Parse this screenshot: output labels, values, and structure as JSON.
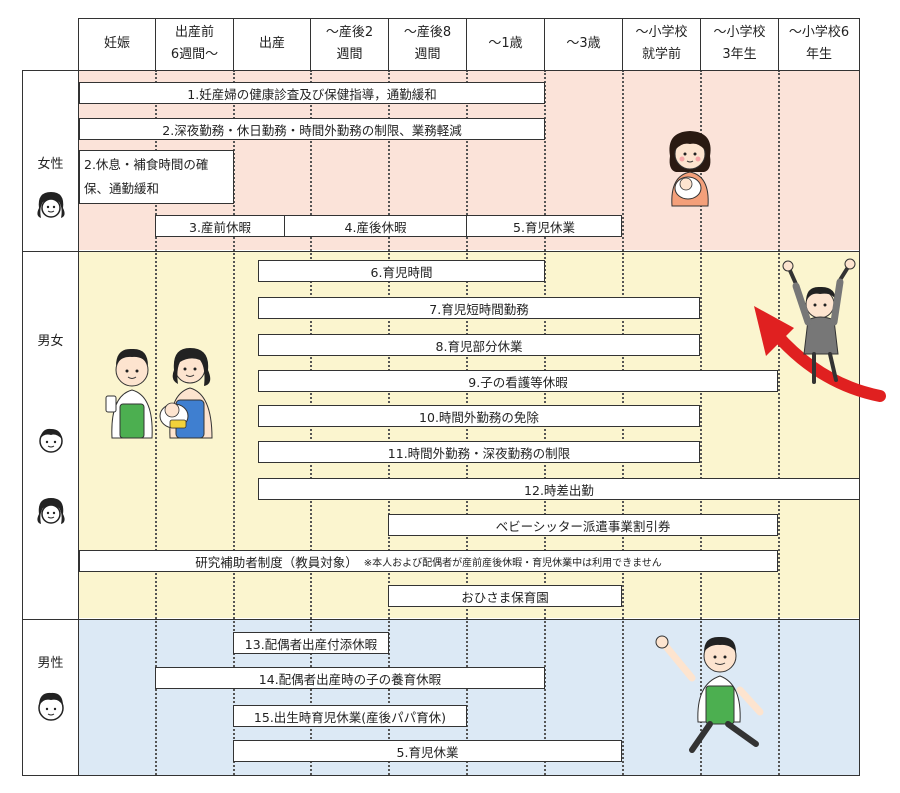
{
  "header": {
    "columns": [
      {
        "line1": "妊娠",
        "line2": ""
      },
      {
        "line1": "出産前",
        "line2": "6週間〜"
      },
      {
        "line1": "出産",
        "line2": ""
      },
      {
        "line1": "〜産後2",
        "line2": "週間"
      },
      {
        "line1": "〜産後8",
        "line2": "週間"
      },
      {
        "line1": "〜1歳",
        "line2": ""
      },
      {
        "line1": "〜3歳",
        "line2": ""
      },
      {
        "line1": "〜小学校",
        "line2": "就学前"
      },
      {
        "line1": "〜小学校",
        "line2": "3年生"
      },
      {
        "line1": "〜小学校6",
        "line2": "年生"
      }
    ]
  },
  "groups": {
    "women": "女性",
    "both": "男女",
    "men": "男性"
  },
  "women_bars": {
    "b1": "1.妊産婦の健康診査及び保健指導，通勤緩和",
    "b2": "2.深夜勤務・休日勤務・時間外勤務の制限、業務軽減",
    "b2b_line1": "2.休息・補食時間の確",
    "b2b_line2": "保、通勤緩和",
    "b3": "3.産前休暇",
    "b4": "4.産後休暇",
    "b5": "5.育児休業"
  },
  "both_bars": {
    "b6": "6.育児時間",
    "b7": "7.育児短時間勤務",
    "b8": "8.育児部分休業",
    "b9": "9.子の看護等休暇",
    "b10": "10.時間外勤務の免除",
    "b11": "11.時間外勤務・深夜勤務の制限",
    "b12": "12.時差出勤",
    "babysitter": "ベビーシッター派遣事業割引券",
    "research": "研究補助者制度（教員対象）",
    "research_note": "※本人および配偶者が産前産後休暇・育児休業中は利用できません",
    "nursery": "おひさま保育園"
  },
  "men_bars": {
    "b13": "13.配偶者出産付添休暇",
    "b14": "14.配偶者出産時の子の養育休暇",
    "b15": "15.出生時育児休業(産後パパ育休)",
    "b5m": "5.育児休業"
  },
  "colors": {
    "women_band": "#fbe3d9",
    "both_band": "#fbf5cf",
    "men_band": "#dce9f5",
    "return_arrow": "#e02020"
  }
}
